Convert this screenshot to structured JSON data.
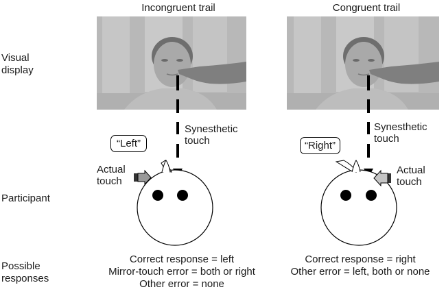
{
  "row_labels": {
    "visual_display": [
      "Visual",
      "display"
    ],
    "participant": "Participant",
    "possible_responses": [
      "Possible",
      "responses"
    ]
  },
  "panels": [
    {
      "title": "Incongruent trail",
      "synesthetic_label": [
        "Synesthetic",
        "touch"
      ],
      "speech": "“Left”",
      "actual_touch_label": [
        "Actual",
        "touch"
      ],
      "actual_touch_side": "left",
      "responses": [
        "Correct response = left",
        "Mirror-touch error = both or right",
        "Other error = none"
      ]
    },
    {
      "title": "Congruent trail",
      "synesthetic_label": [
        "Synesthetic",
        "touch"
      ],
      "speech": "“Right”",
      "actual_touch_label": [
        "Actual",
        "touch"
      ],
      "actual_touch_side": "right",
      "responses": [
        "Correct response = right",
        "Other error = left, both or none"
      ]
    }
  ],
  "colors": {
    "photo_bg": "#b9b9b9",
    "arrow_fill": "#999999",
    "arrow_fill_right": "#c4c4c4"
  }
}
